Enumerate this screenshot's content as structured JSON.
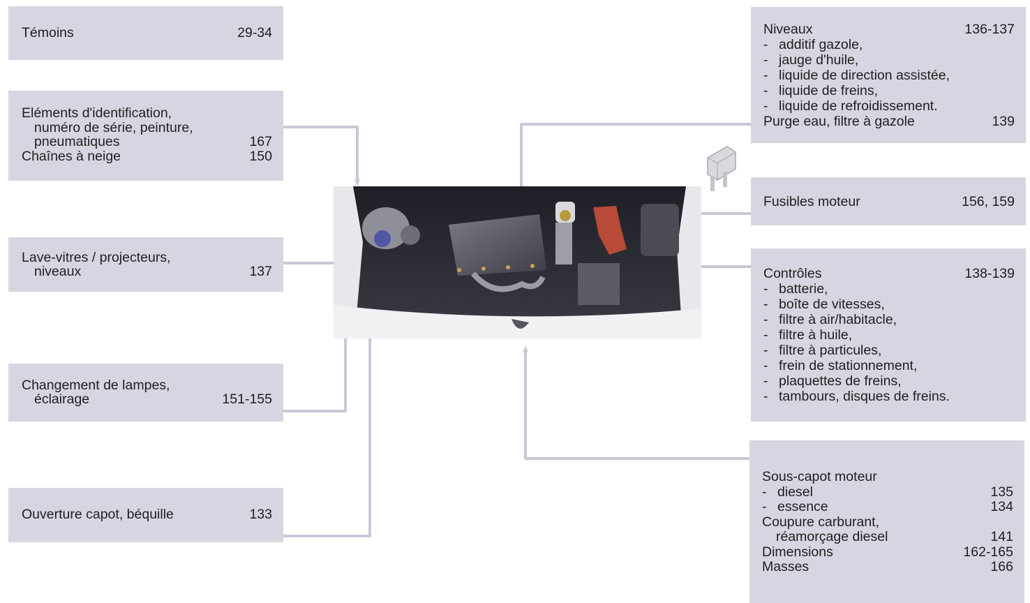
{
  "temoins": {
    "label": "Témoins",
    "pages": "29-34"
  },
  "identification": {
    "line1": "Eléments d'identification,",
    "line2": "numéro de série, peinture,",
    "line3": "pneumatiques",
    "pages1": "167",
    "line4": "Chaînes à neige",
    "pages2": "150"
  },
  "lave_vitres": {
    "line1": "Lave-vitres / projecteurs,",
    "line2": "niveaux",
    "pages": "137"
  },
  "lampes": {
    "line1": "Changement de lampes,",
    "line2": "éclairage",
    "pages": "151-155"
  },
  "capot": {
    "label": "Ouverture capot, béquille",
    "pages": "133"
  },
  "niveaux": {
    "title": "Niveaux",
    "pages": "136-137",
    "items": [
      "additif gazole,",
      "jauge d'huile,",
      "liquide de direction assistée,",
      "liquide de freins,",
      "liquide de refroidissement."
    ],
    "purge": "Purge eau, filtre à gazole",
    "purge_pages": "139"
  },
  "fusibles": {
    "label": "Fusibles moteur",
    "pages": "156, 159"
  },
  "controles": {
    "title": "Contrôles",
    "pages": "138-139",
    "items": [
      "batterie,",
      "boîte de vitesses,",
      "filtre à air/habitacle,",
      "filtre à huile,",
      "filtre à particules,",
      "frein de stationnement,",
      "plaquettes de freins,",
      "tambours, disques de freins."
    ]
  },
  "sous_capot": {
    "title": "Sous-capot moteur",
    "diesel": "diesel",
    "diesel_pages": "135",
    "essence": "essence",
    "essence_pages": "134",
    "coupure1": "Coupure carburant,",
    "coupure2": "réamorçage diesel",
    "coupure_pages": "141",
    "dimensions": "Dimensions",
    "dimensions_pages": "162-165",
    "masses": "Masses",
    "masses_pages": "166"
  },
  "dash_char": "-",
  "colors": {
    "box": "#d6d6e2",
    "line": "#c8c8d6",
    "text": "#1f1f1f"
  }
}
